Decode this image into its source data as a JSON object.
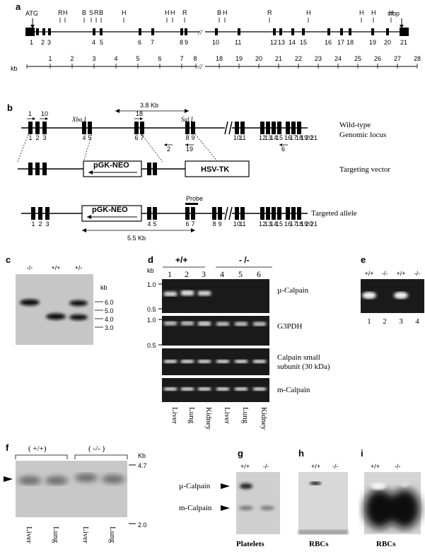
{
  "panel_a": {
    "label": "a",
    "atg": "ATG",
    "stop": "stop",
    "sites": [
      "R",
      "H",
      "B",
      "S",
      "R",
      "B",
      "H",
      "H",
      "H",
      "R",
      "B",
      "H",
      "R",
      "H",
      "H",
      "H",
      "H"
    ],
    "exons": [
      "1",
      "2",
      "3",
      "4",
      "5",
      "6",
      "7",
      "8",
      "9",
      "10",
      "11",
      "12",
      "13",
      "14",
      "15",
      "16",
      "17",
      "18",
      "19",
      "20",
      "21"
    ],
    "kb_label": "kb",
    "ruler": [
      "1",
      "2",
      "3",
      "4",
      "5",
      "6",
      "7",
      "8",
      "18",
      "19",
      "20",
      "21",
      "22",
      "23",
      "24",
      "25",
      "26",
      "27",
      "28"
    ]
  },
  "panel_b": {
    "label": "b",
    "dist_38": "3.8 Kb",
    "xba": "Xba I",
    "sal": "Sal I",
    "primers": [
      "1",
      "10",
      "18",
      "2",
      "19",
      "6"
    ],
    "wt_label_1": "Wild-type",
    "wt_label_2": "Genomic locus",
    "targeting_label": "Targeting vector",
    "targeted_label": "Targeted allele",
    "pgk": "pGK-NEO",
    "hsv": "HSV-TK",
    "probe": "Probe",
    "dist_55": "5.5 Kb",
    "exon_nums": [
      "1",
      "2",
      "3",
      "4",
      "5",
      "6",
      "7",
      "8",
      "9",
      "10",
      "11",
      "12",
      "13",
      "14",
      "15",
      "16",
      "17",
      "18",
      "19",
      "20",
      "21"
    ]
  },
  "panel_c": {
    "label": "c",
    "lanes": [
      "-/-",
      "+/+",
      "+/-"
    ],
    "kb": "kb",
    "markers": [
      "6.0",
      "5.0",
      "4.0",
      "3.0"
    ]
  },
  "panel_d": {
    "label": "d",
    "kb": "kb",
    "group_wt": "+/+",
    "group_ko": "- /-",
    "lanes": [
      "1",
      "2",
      "3",
      "4",
      "5",
      "6"
    ],
    "mk1": [
      "1.0",
      "0.5"
    ],
    "mk2": [
      "1.0",
      "0.5"
    ],
    "gel_labels": [
      "µ-Calpain",
      "G3PDH",
      "Calpain small",
      "subunit (30 kDa)",
      "m-Calpain"
    ],
    "tissues": [
      "Liver",
      "Lung",
      "Kidney",
      "Liver",
      "Lung",
      "Kidney"
    ]
  },
  "panel_e": {
    "label": "e",
    "genotypes": [
      "+/+",
      "-/-",
      "+/+",
      "-/-"
    ],
    "lanes": [
      "1",
      "2",
      "3",
      "4"
    ]
  },
  "panel_f": {
    "label": "f",
    "group_wt": "( +/+)",
    "group_ko": "( -/- )",
    "kb": "Kb",
    "markers": [
      "4.7",
      "2.0"
    ],
    "tissues": [
      "Liver",
      "Lung",
      "Liver",
      "Lung"
    ]
  },
  "panel_g": {
    "label": "g",
    "genotypes": [
      "+/+",
      "-/-"
    ],
    "bands": [
      "µ-Calpain",
      "m-Calpain"
    ],
    "caption": "Platelets"
  },
  "panel_h": {
    "label": "h",
    "genotypes": [
      "+/+",
      "-/-"
    ],
    "caption": "RBCs"
  },
  "panel_i": {
    "label": "i",
    "genotypes": [
      "+/+",
      "-/-"
    ],
    "caption": "RBCs"
  }
}
